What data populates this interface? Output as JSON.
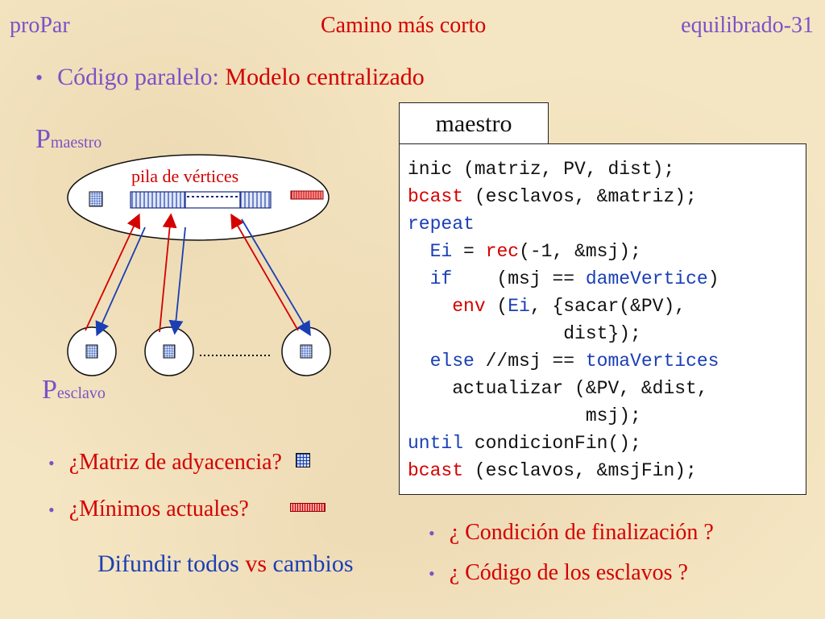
{
  "header": {
    "left": "proPar",
    "center": "Camino más corto",
    "right": "equilibrado-31"
  },
  "bullet1": {
    "prefix": "Código paralelo: ",
    "emph": "Modelo centralizado"
  },
  "diagram": {
    "p_master": "P",
    "p_master_sub": "maestro",
    "p_slave": "P",
    "p_slave_sub": "esclavo",
    "stack_label": "pila de vértices"
  },
  "code": {
    "tab_label": "maestro",
    "lines": [
      [
        [
          "t",
          "inic (matriz, PV, dist);"
        ]
      ],
      [
        [
          "f",
          "bcast"
        ],
        [
          "t",
          " (esclavos, &matriz);"
        ]
      ],
      [
        [
          "k",
          "repeat"
        ]
      ],
      [
        [
          "k",
          "  Ei"
        ],
        [
          "t",
          " = "
        ],
        [
          "f",
          "rec"
        ],
        [
          "t",
          "(-1, &msj);"
        ]
      ],
      [
        [
          "k",
          "  if"
        ],
        [
          "t",
          "    (msj == "
        ],
        [
          "k",
          "dameVertice"
        ],
        [
          "t",
          ")"
        ]
      ],
      [
        [
          "f",
          "    env"
        ],
        [
          "t",
          " ("
        ],
        [
          "k",
          "Ei"
        ],
        [
          "t",
          ", {sacar(&PV),"
        ]
      ],
      [
        [
          "t",
          "              dist});"
        ]
      ],
      [
        [
          "k",
          "  else"
        ],
        [
          "t",
          " //msj == "
        ],
        [
          "k",
          "tomaVertices"
        ]
      ],
      [
        [
          "t",
          "    actualizar (&PV, &dist,"
        ]
      ],
      [
        [
          "t",
          "                msj);"
        ]
      ],
      [
        [
          "k",
          "until"
        ],
        [
          "t",
          " condicionFin();"
        ]
      ],
      [
        [
          "f",
          "bcast"
        ],
        [
          "t",
          " (esclavos, &msjFin);"
        ]
      ]
    ]
  },
  "questions": {
    "q1": "¿Matriz de adyacencia?",
    "q2": "¿Mínimos actuales?",
    "note_a": "Difundir todos ",
    "note_b": "vs",
    "note_c": " cambios",
    "q3": "¿ Condición de finalización ?",
    "q4": "¿ Código de los esclavos ?"
  },
  "colors": {
    "title": "#7b52c7",
    "accent": "#d40000",
    "keyword": "#1a3fb5"
  }
}
